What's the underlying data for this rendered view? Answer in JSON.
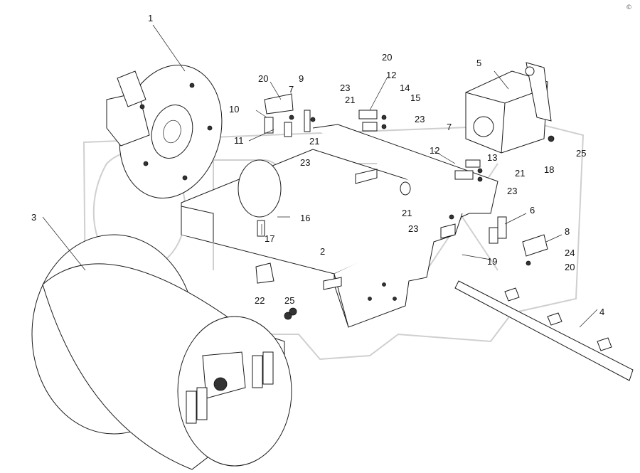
{
  "corner_mark": "©",
  "callouts": [
    {
      "id": "c1",
      "text": "1"
    },
    {
      "id": "c20a",
      "text": "20"
    },
    {
      "id": "c9",
      "text": "9"
    },
    {
      "id": "c7a",
      "text": "7"
    },
    {
      "id": "c23a",
      "text": "23"
    },
    {
      "id": "c21a",
      "text": "21"
    },
    {
      "id": "c10",
      "text": "10"
    },
    {
      "id": "c11",
      "text": "11"
    },
    {
      "id": "c21b",
      "text": "21"
    },
    {
      "id": "c23b",
      "text": "23"
    },
    {
      "id": "c20b",
      "text": "20"
    },
    {
      "id": "c12a",
      "text": "12"
    },
    {
      "id": "c14",
      "text": "14"
    },
    {
      "id": "c15",
      "text": "15"
    },
    {
      "id": "c23c",
      "text": "23"
    },
    {
      "id": "c5",
      "text": "5"
    },
    {
      "id": "c7b",
      "text": "7"
    },
    {
      "id": "c12b",
      "text": "12"
    },
    {
      "id": "c13",
      "text": "13"
    },
    {
      "id": "c21c",
      "text": "21"
    },
    {
      "id": "c23d",
      "text": "23"
    },
    {
      "id": "c18",
      "text": "18"
    },
    {
      "id": "c25a",
      "text": "25"
    },
    {
      "id": "c3",
      "text": "3"
    },
    {
      "id": "c16",
      "text": "16"
    },
    {
      "id": "c17",
      "text": "17"
    },
    {
      "id": "c2",
      "text": "2"
    },
    {
      "id": "c21d",
      "text": "21"
    },
    {
      "id": "c23e",
      "text": "23"
    },
    {
      "id": "c6",
      "text": "6"
    },
    {
      "id": "c8",
      "text": "8"
    },
    {
      "id": "c24",
      "text": "24"
    },
    {
      "id": "c20c",
      "text": "20"
    },
    {
      "id": "c19",
      "text": "19"
    },
    {
      "id": "c22",
      "text": "22"
    },
    {
      "id": "c25b",
      "text": "25"
    },
    {
      "id": "c4",
      "text": "4"
    }
  ]
}
